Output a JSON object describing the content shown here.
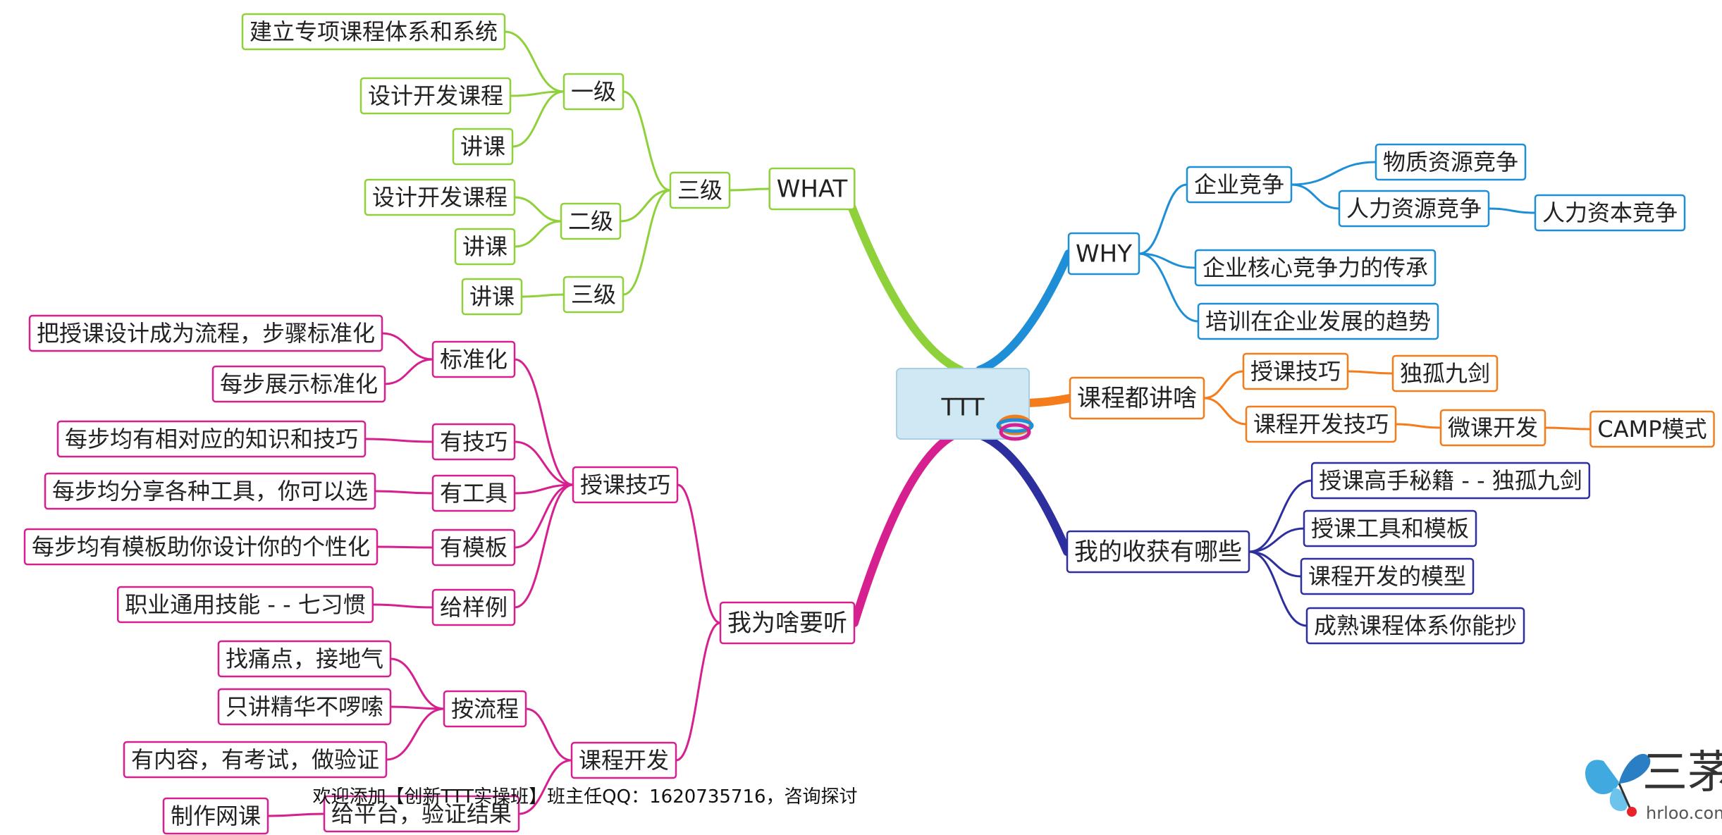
{
  "root": {
    "label": "TTT"
  },
  "colors": {
    "what": "#8fd13a",
    "why": "#1e8fd6",
    "content": "#f57c1a",
    "gain": "#2e2f9e",
    "reason": "#d6208f"
  },
  "branches": {
    "what": {
      "label": "WHAT",
      "children": [
        {
          "label": "三级",
          "children": [
            {
              "label": "一级",
              "children": [
                {
                  "label": "建立专项课程体系和系统"
                },
                {
                  "label": "设计开发课程"
                },
                {
                  "label": "讲课"
                }
              ]
            },
            {
              "label": "二级",
              "children": [
                {
                  "label": "设计开发课程"
                },
                {
                  "label": "讲课"
                }
              ]
            },
            {
              "label": "三级",
              "children": [
                {
                  "label": "讲课"
                }
              ]
            }
          ]
        }
      ]
    },
    "why": {
      "label": "WHY",
      "children": [
        {
          "label": "企业竞争",
          "children": [
            {
              "label": "物质资源竞争"
            },
            {
              "label": "人力资源竞争",
              "children": [
                {
                  "label": "人力资本竞争"
                }
              ]
            }
          ]
        },
        {
          "label": "企业核心竞争力的传承"
        },
        {
          "label": "培训在企业发展的趋势"
        }
      ]
    },
    "content": {
      "label": "课程都讲啥",
      "children": [
        {
          "label": "授课技巧",
          "children": [
            {
              "label": "独孤九剑"
            }
          ]
        },
        {
          "label": "课程开发技巧",
          "children": [
            {
              "label": "微课开发",
              "children": [
                {
                  "label": "CAMP模式"
                }
              ]
            }
          ]
        }
      ]
    },
    "gain": {
      "label": "我的收获有哪些",
      "children": [
        {
          "label": "授课高手秘籍 - - 独孤九剑"
        },
        {
          "label": "授课工具和模板"
        },
        {
          "label": "课程开发的模型"
        },
        {
          "label": "成熟课程体系你能抄"
        }
      ]
    },
    "reason": {
      "label": "我为啥要听",
      "children": [
        {
          "label": "授课技巧",
          "children": [
            {
              "label": "标准化",
              "children": [
                {
                  "label": "把授课设计成为流程，步骤标准化"
                },
                {
                  "label": "每步展示标准化"
                }
              ]
            },
            {
              "label": "有技巧",
              "children": [
                {
                  "label": "每步均有相对应的知识和技巧"
                }
              ]
            },
            {
              "label": "有工具",
              "children": [
                {
                  "label": "每步均分享各种工具，你可以选"
                }
              ]
            },
            {
              "label": "有模板",
              "children": [
                {
                  "label": "每步均有模板助你设计你的个性化"
                }
              ]
            },
            {
              "label": "给样例",
              "children": [
                {
                  "label": "职业通用技能 - - 七习惯"
                }
              ]
            }
          ]
        },
        {
          "label": "课程开发",
          "children": [
            {
              "label": "按流程",
              "children": [
                {
                  "label": "找痛点，接地气"
                },
                {
                  "label": "只讲精华不啰嗦"
                },
                {
                  "label": "有内容，有考试，做验证"
                }
              ]
            },
            {
              "label": "给平台，验证结果",
              "children": [
                {
                  "label": "制作网课"
                }
              ]
            }
          ]
        }
      ]
    }
  },
  "footer": {
    "text": "欢迎添加【创新TTT实操班】班主任QQ：1620735716，咨询探讨"
  },
  "watermark": {
    "brand": "三茅",
    "site": "hrloo.com"
  }
}
